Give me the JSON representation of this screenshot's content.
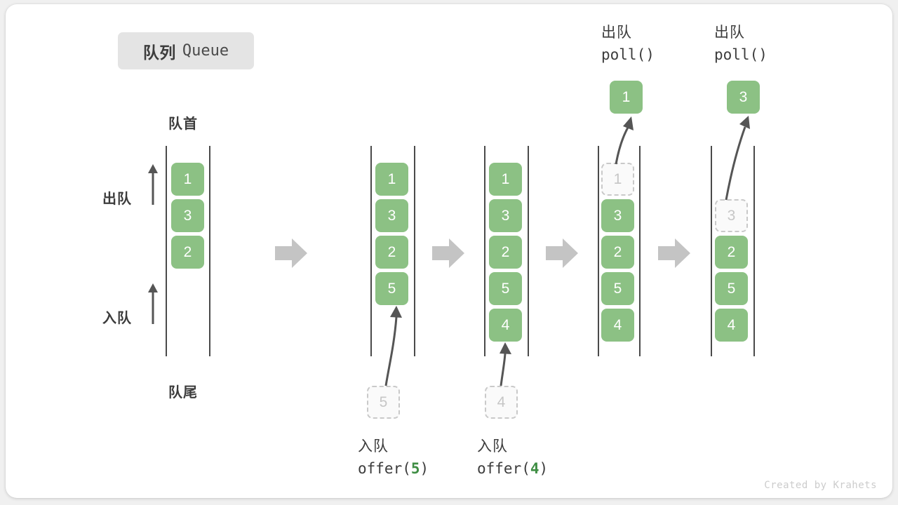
{
  "title": {
    "cn": "队列",
    "en": "Queue"
  },
  "labels": {
    "front": "队首",
    "rear": "队尾",
    "dequeue": "出队",
    "enqueue": "入队"
  },
  "colors": {
    "cell_green": "#8cc184",
    "cell_text": "#ffffff",
    "ghost_border": "#c9c9c9",
    "ghost_text": "#c6c6c6",
    "rail": "#4a4a4a",
    "arrow_gray": "#c4c4c4",
    "curve_arrow": "#555555",
    "highlight_green": "#3f8e44",
    "badge_bg": "#e4e4e4",
    "text_dark": "#3c3c3c"
  },
  "stages": [
    {
      "id": "initial",
      "cells": [
        "1",
        "3",
        "2"
      ],
      "ghost": null,
      "result": null,
      "op_cn": null,
      "op_mono": null
    },
    {
      "id": "offer-5",
      "cells": [
        "1",
        "3",
        "2",
        "5"
      ],
      "ghost": "5",
      "result": null,
      "op_cn": "入队",
      "op_mono_pre": "offer(",
      "op_mono_value": "5",
      "op_mono_post": ")"
    },
    {
      "id": "offer-4",
      "cells": [
        "1",
        "3",
        "2",
        "5",
        "4"
      ],
      "ghost": "4",
      "result": null,
      "op_cn": "入队",
      "op_mono_pre": "offer(",
      "op_mono_value": "4",
      "op_mono_post": ")"
    },
    {
      "id": "poll-1",
      "cells": [
        "3",
        "2",
        "5",
        "4"
      ],
      "ghost": "1",
      "result": "1",
      "op_cn": "出队",
      "op_mono_pre": "poll(",
      "op_mono_value": "",
      "op_mono_post": ")"
    },
    {
      "id": "poll-3",
      "cells": [
        "2",
        "5",
        "4"
      ],
      "ghost": "3",
      "result": "3",
      "op_cn": "出队",
      "op_mono_pre": "poll(",
      "op_mono_value": "",
      "op_mono_post": ")"
    }
  ],
  "footer": "Created by Krahets"
}
